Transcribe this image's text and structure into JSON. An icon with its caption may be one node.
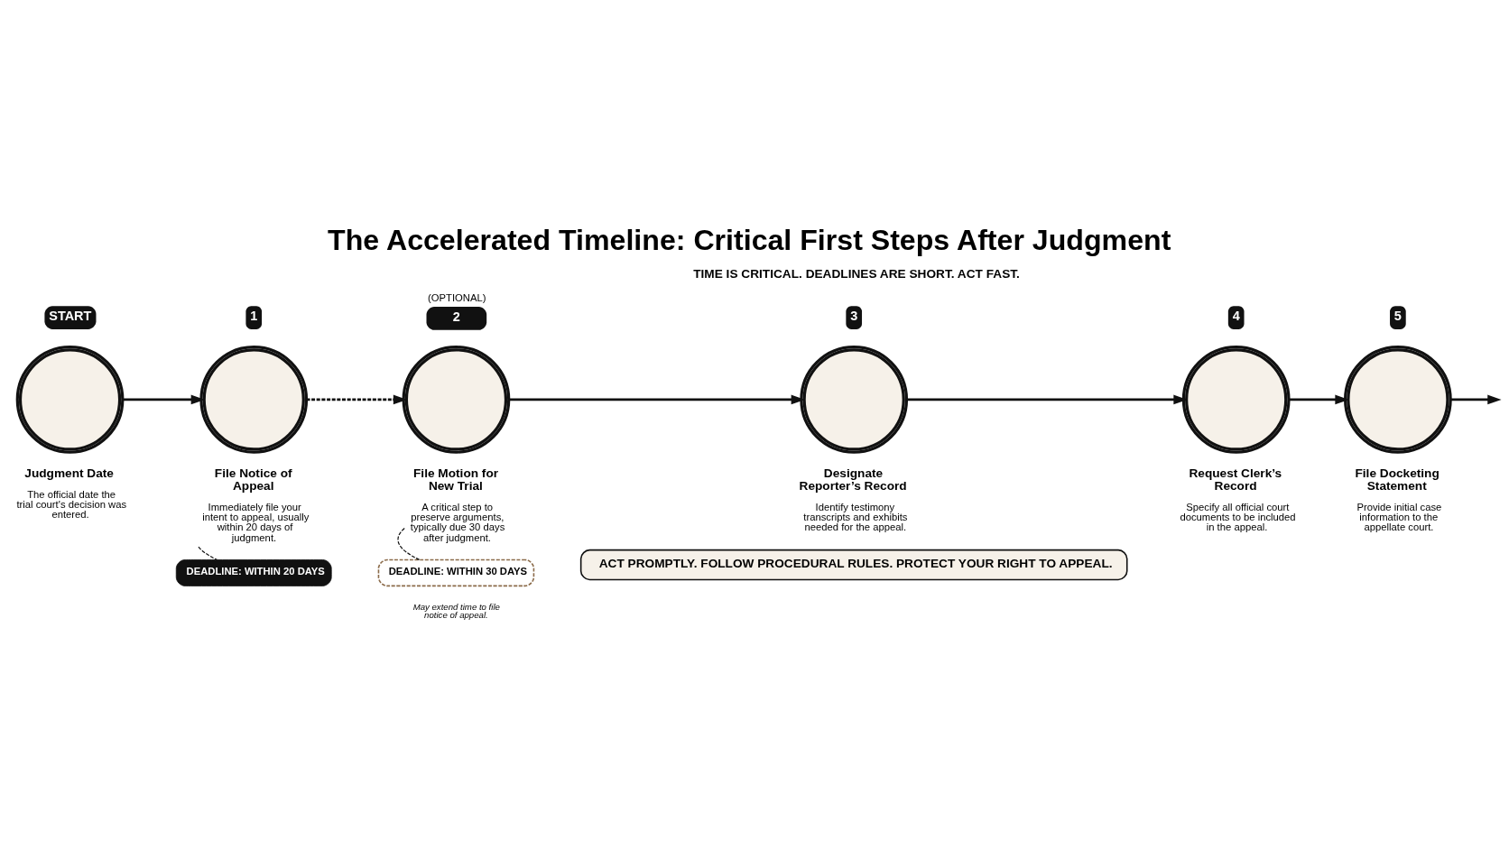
{
  "diagram": {
    "title": "The Accelerated Timeline: Critical First Steps After Judgment",
    "nodes": [
      {
        "text": [],
        "shape": "circle",
        "beside": [
          "START"
        ]
      },
      {
        "text": [],
        "shape": "circle",
        "beside": [
          "1"
        ]
      },
      {
        "text": [],
        "shape": "circle",
        "beside": [
          "(OPTIONAL)",
          "2"
        ]
      },
      {
        "text": [],
        "shape": "circle",
        "beside": [
          "3"
        ]
      },
      {
        "text": [],
        "shape": "circle",
        "beside": [
          "4"
        ]
      },
      {
        "text": [],
        "shape": "circle",
        "beside": [
          "5"
        ]
      },
      {
        "text": [
          "Judgment Date",
          "The official date the trial court's decision was entered."
        ]
      },
      {
        "text": [
          "File Notice of Appeal",
          "Immediately file your intent to appeal, usually within 20 days of judgment."
        ]
      },
      {
        "text": [
          "File Motion for New Trial",
          "A critical step to preserve arguments, typically due 30 days after judgment."
        ]
      },
      {
        "text": [
          "Designate Reporter’s Record",
          "Identify testimony transcripts and exhibits needed for the appeal."
        ]
      },
      {
        "text": [
          "Request Clerk’s Record",
          "Specify all official court documents to be included in the appeal."
        ]
      },
      {
        "text": [
          "File Docketing Statement",
          "Provide initial case information to the appellate court."
        ]
      },
      {
        "text": [
          "DEADLINE: WITHIN 20 DAYS"
        ]
      },
      {
        "text": [
          "DEADLINE: WITHIN 30 DAYS"
        ],
        "beside": [
          "May extend time to file notice of appeal."
        ]
      },
      {
        "text": [
          "ACT PROMPTLY. FOLLOW PROCEDURAL RULES. PROTECT YOUR RIGHT TO APPEAL."
        ]
      }
    ],
    "edges": [
      {
        "from": 0,
        "to": 1,
        "arrow": "to"
      },
      {
        "from": 1,
        "to": 2,
        "arrow": "to",
        "style": "dashed"
      },
      {
        "from": 2,
        "to": 3,
        "arrow": "to"
      },
      {
        "from": 3,
        "to": 4,
        "arrow": "to"
      },
      {
        "from": 4,
        "to": 5,
        "arrow": "to"
      },
      {
        "from": 5,
        "to": null,
        "arrow": "to"
      },
      {
        "from": 7,
        "to": 12,
        "arrow": "none",
        "style": "dashed"
      },
      {
        "from": 8,
        "to": 13,
        "arrow": "none",
        "style": "dashed"
      }
    ],
    "labels": [
      "TIME IS CRITICAL. DEADLINES ARE SHORT. ACT FAST."
    ]
  }
}
